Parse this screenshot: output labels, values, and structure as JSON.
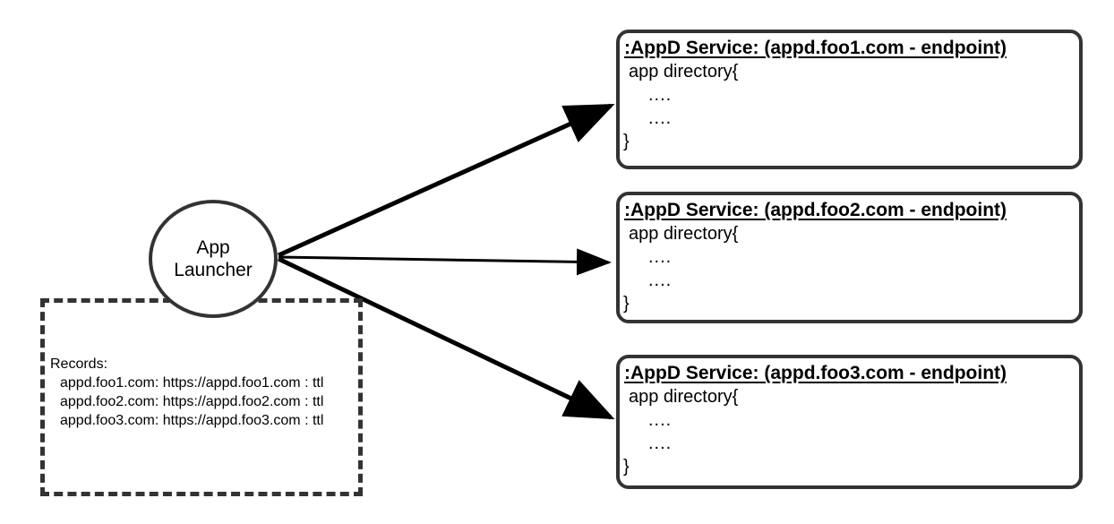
{
  "diagram": {
    "launcher": {
      "name": "App Launcher",
      "line1": "App",
      "line2": "Launcher"
    },
    "records": {
      "title": "Records:",
      "entries": [
        "appd.foo1.com: https://appd.foo1.com : ttl",
        "appd.foo2.com: https://appd.foo2.com : ttl",
        "appd.foo3.com: https://appd.foo3.com : ttl"
      ]
    },
    "services": [
      {
        "title": ":AppD Service: (appd.foo1.com - endpoint)",
        "body_open": "app directory{",
        "body_dots_1": "....",
        "body_dots_2": "....",
        "body_close": "}"
      },
      {
        "title": ":AppD Service: (appd.foo2.com - endpoint)",
        "body_open": "app directory{",
        "body_dots_1": "....",
        "body_dots_2": "....",
        "body_close": "}"
      },
      {
        "title": ":AppD Service: (appd.foo3.com - endpoint)",
        "body_open": "app directory{",
        "body_dots_1": "....",
        "body_dots_2": "....",
        "body_close": "}"
      }
    ],
    "colors": {
      "stroke": "#333333",
      "text": "#000000",
      "background": "#ffffff"
    }
  }
}
